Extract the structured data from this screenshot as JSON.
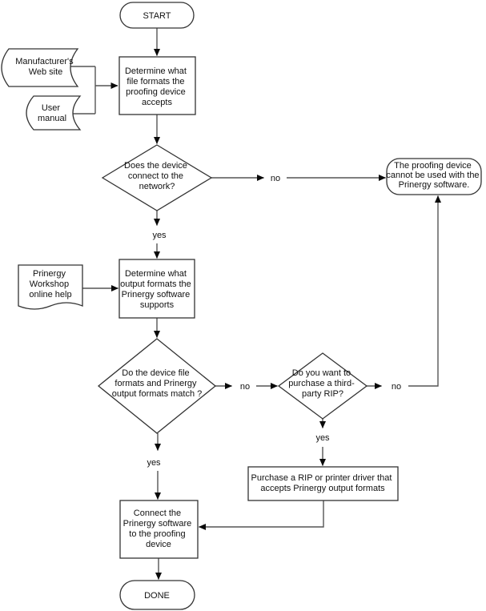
{
  "diagram": {
    "type": "flowchart",
    "nodes": {
      "start": {
        "label": "START"
      },
      "box_file_formats": {
        "lines": [
          "Determine what",
          "file formats the",
          "proofing device",
          "accepts"
        ]
      },
      "stored_manufacturer": {
        "lines": [
          "Manufacturer's",
          "Web site"
        ]
      },
      "stored_user_manual": {
        "lines": [
          "User",
          "manual"
        ]
      },
      "decision_network": {
        "lines": [
          "Does the device",
          "connect to the",
          "network?"
        ]
      },
      "terminal_cannot_use": {
        "lines": [
          "The proofing device",
          "cannot be used with the",
          "Prinergy software."
        ]
      },
      "doc_online_help": {
        "lines": [
          "Prinergy",
          "Workshop",
          "online help"
        ]
      },
      "box_output_formats": {
        "lines": [
          "Determine what",
          "output formats the",
          "Prinergy software",
          "supports"
        ]
      },
      "decision_formats_match": {
        "lines": [
          "Do the device file",
          "formats and Prinergy",
          "output formats match ?"
        ]
      },
      "decision_third_party_rip": {
        "lines": [
          "Do you want to",
          "purchase a third-",
          "party RIP?"
        ]
      },
      "box_purchase_rip": {
        "lines": [
          "Purchase a RIP or printer driver that",
          "accepts Prinergy output formats"
        ]
      },
      "box_connect": {
        "lines": [
          "Connect the",
          "Prinergy software",
          "to the proofing",
          "device"
        ]
      },
      "done": {
        "label": "DONE"
      }
    },
    "edge_labels": {
      "no_network": "no",
      "yes_network": "yes",
      "no_match": "no",
      "yes_match": "yes",
      "no_rip": "no",
      "yes_rip": "yes"
    },
    "colors": {
      "background": "#ffffff",
      "shape_fill": "#ffffff",
      "shape_border": "#333333",
      "connector": "#555555",
      "arrowhead": "#0a0a0a",
      "text": "#111111"
    }
  }
}
